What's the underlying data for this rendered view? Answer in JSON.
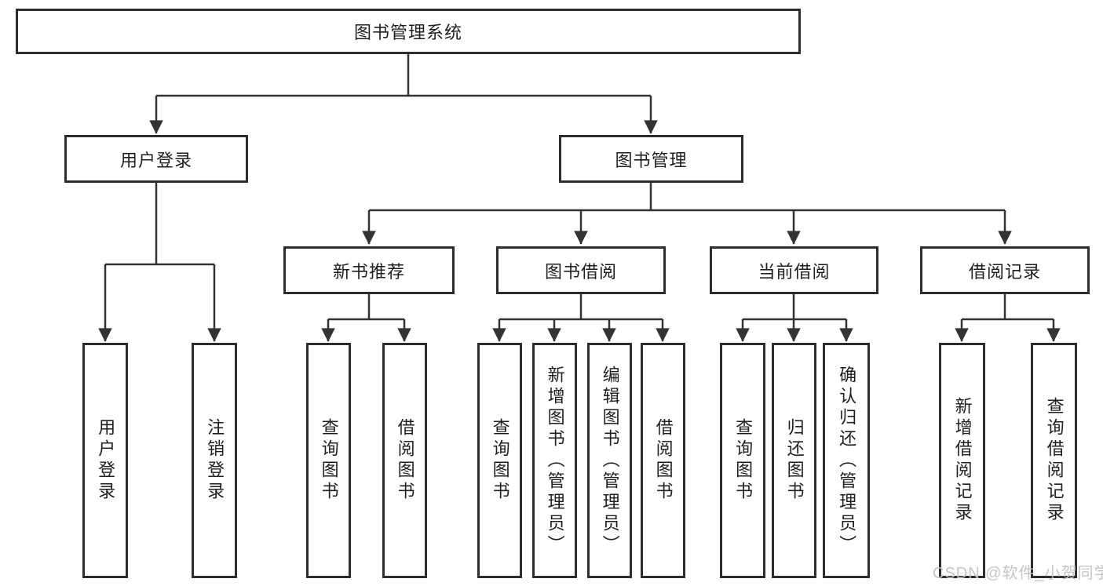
{
  "colors": {
    "line": "#333333",
    "box_border": "#2d2d2d",
    "box_background": "#ffffff",
    "text": "#1f1f1f",
    "watermark": "#c3c3c3"
  },
  "nodes": {
    "root": {
      "label": "图书管理系统"
    },
    "level2": [
      {
        "label": "用户登录"
      },
      {
        "label": "图书管理"
      }
    ],
    "level3": [
      {
        "label": "新书推荐"
      },
      {
        "label": "图书借阅"
      },
      {
        "label": "当前借阅"
      },
      {
        "label": "借阅记录"
      }
    ],
    "leaves": {
      "user_login": [
        {
          "label": "用户登录"
        },
        {
          "label": "注销登录"
        }
      ],
      "new_books": [
        {
          "label": "查询图书"
        },
        {
          "label": "借阅图书"
        }
      ],
      "book_borrow": [
        {
          "label": "查询图书"
        },
        {
          "label": "新增图书（管理员）"
        },
        {
          "label": "编辑图书（管理员）"
        },
        {
          "label": "借阅图书"
        }
      ],
      "current_borrow": [
        {
          "label": "查询图书"
        },
        {
          "label": "归还图书"
        },
        {
          "label": "确认归还（管理员）"
        }
      ],
      "borrow_records": [
        {
          "label": "新增借阅记录"
        },
        {
          "label": "查询借阅记录"
        }
      ]
    }
  },
  "watermark": {
    "text": "CSDN @软件_小贺同学"
  }
}
